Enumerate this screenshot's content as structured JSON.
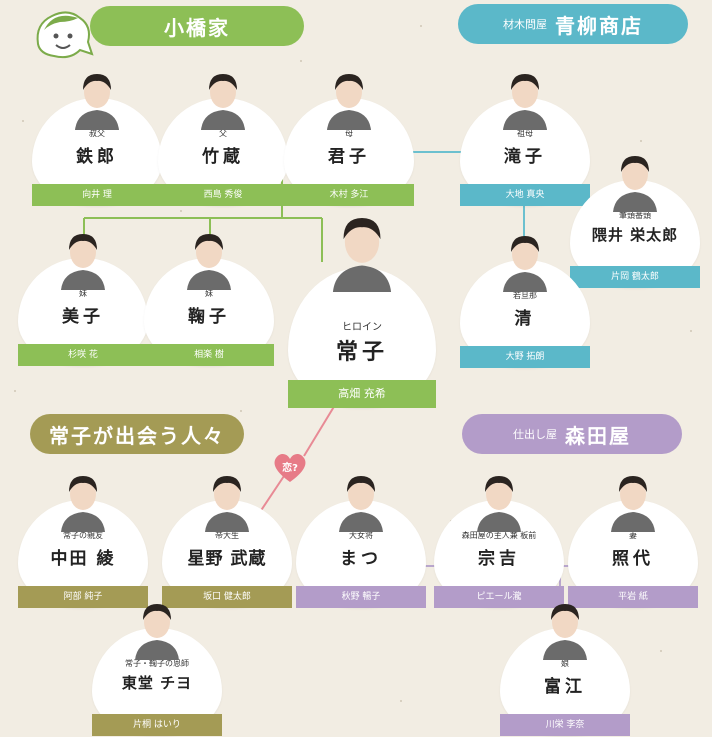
{
  "colors": {
    "family": "#8dbf56",
    "shop": "#5bb8c9",
    "restaurant": "#b39cc9",
    "encounters": "#a49b55",
    "love": "#e77b87",
    "line_green": "#8dbf56",
    "line_blue": "#6cc0cf",
    "line_purple": "#b9a6cd",
    "line_pink": "#e88a95"
  },
  "banners": {
    "family": {
      "main": "小橋家"
    },
    "shop": {
      "sub": "材木問屋",
      "main": "青柳商店"
    },
    "encounters": {
      "main": "常子が出会う人々"
    },
    "restaurant": {
      "sub": "仕出し屋",
      "main": "森田屋"
    }
  },
  "heart_label": "恋?",
  "people": {
    "tetsuro": {
      "role": "叔父",
      "name": "鉄郎",
      "actor": "向井 理"
    },
    "takezo": {
      "role": "父",
      "name": "竹蔵",
      "actor": "西島 秀俊"
    },
    "kimiko": {
      "role": "母",
      "name": "君子",
      "actor": "木村 多江"
    },
    "takiko": {
      "role": "祖母",
      "name": "滝子",
      "actor": "大地 真央"
    },
    "sumii": {
      "role": "筆頭番頭",
      "name": "隈井 栄太郎",
      "actor": "片岡 鶴太郎"
    },
    "yoshiko": {
      "role": "妹",
      "name": "美子",
      "actor": "杉咲 花"
    },
    "mariko": {
      "role": "妹",
      "name": "鞠子",
      "actor": "相楽 樹"
    },
    "tsuneko": {
      "role": "ヒロイン",
      "name": "常子",
      "actor": "高畑 充希"
    },
    "kiyoshi": {
      "role": "若旦那",
      "name": "清",
      "actor": "大野 拓朗"
    },
    "aya": {
      "role": "常子の親友",
      "name": "中田 綾",
      "actor": "阿部 純子"
    },
    "hoshino": {
      "role": "帝大生",
      "name": "星野 武蔵",
      "actor": "坂口 健太郎"
    },
    "matsu": {
      "role": "大女将",
      "name": "まつ",
      "actor": "秋野 暢子"
    },
    "sokichi": {
      "role": "森田屋の主人兼 板前",
      "name": "宗吉",
      "actor": "ピエール瀧"
    },
    "teruyo": {
      "role": "妻",
      "name": "照代",
      "actor": "平岩 紙"
    },
    "chiyo": {
      "role": "常子・鞠子の恩師",
      "name": "東堂 チヨ",
      "actor": "片桐 はいり"
    },
    "tomie": {
      "role": "娘",
      "name": "富江",
      "actor": "川栄 李奈"
    }
  }
}
